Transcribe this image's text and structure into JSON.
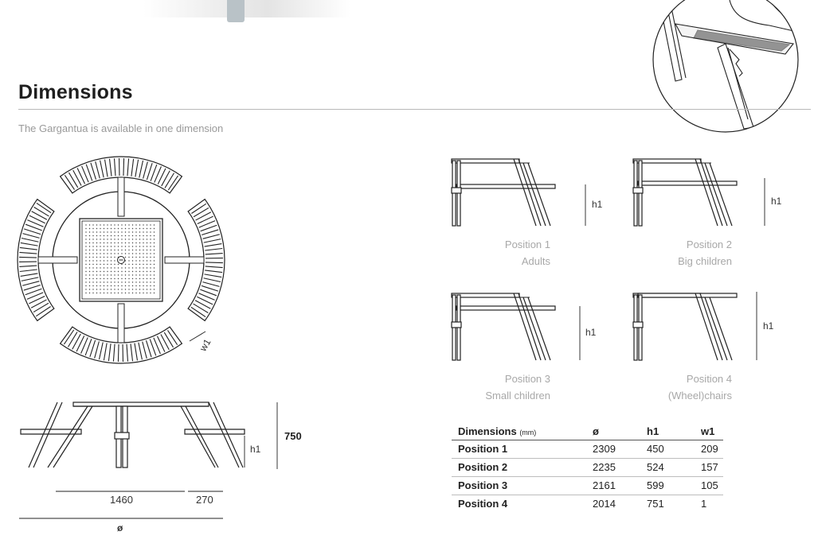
{
  "heading": "Dimensions",
  "subtitle": "The Gargantua is available in one dimension",
  "positions": [
    {
      "name": "Position 1",
      "label": "Adults",
      "dim": "h1"
    },
    {
      "name": "Position 2",
      "label": "Big children",
      "dim": "h1"
    },
    {
      "name": "Position 3",
      "label": "Small children",
      "dim": "h1"
    },
    {
      "name": "Position 4",
      "label": "(Wheel)chairs",
      "dim": "h1"
    }
  ],
  "plan": {
    "w_label": "w1"
  },
  "elevation": {
    "height_value": "750",
    "h_label": "h1",
    "width_main": "1460",
    "width_side": "270",
    "diameter": "ø"
  },
  "table": {
    "header": {
      "title": "Dimensions",
      "unit": "(mm)",
      "col1": "ø",
      "col2": "h1",
      "col3": "w1"
    },
    "rows": [
      {
        "name": "Position 1",
        "d": "2309",
        "h": "450",
        "w": "209"
      },
      {
        "name": "Position 2",
        "d": "2235",
        "h": "524",
        "w": "157"
      },
      {
        "name": "Position 3",
        "d": "2161",
        "h": "599",
        "w": "105"
      },
      {
        "name": "Position 4",
        "d": "2014",
        "h": "751",
        "w": "1"
      }
    ]
  }
}
